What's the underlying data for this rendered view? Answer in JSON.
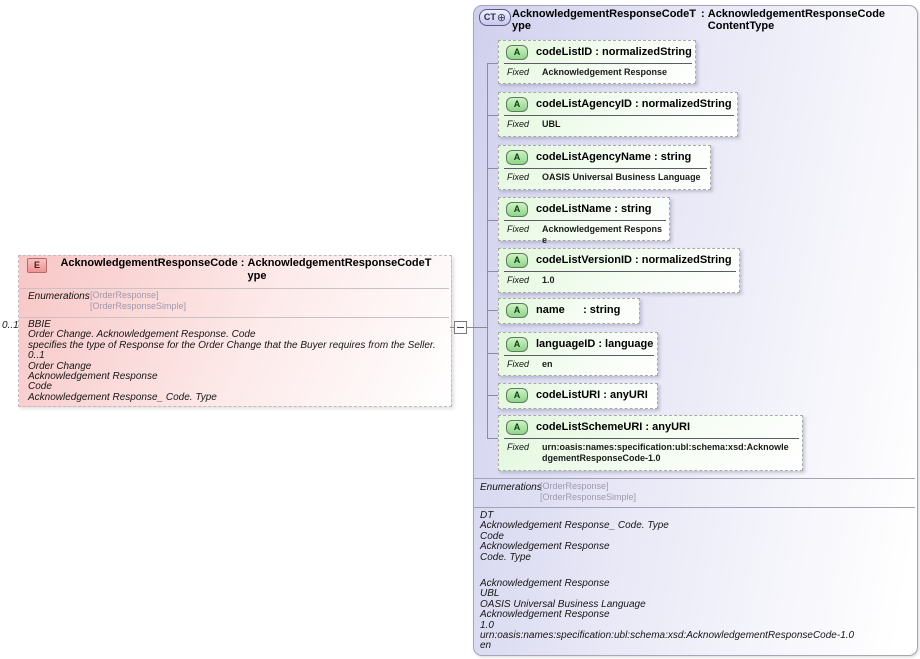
{
  "element_box": {
    "icon": "E",
    "name": "AcknowledgementResponseCode",
    "type": "AcknowledgementResponseCodeType",
    "colon": " : ",
    "cardinality": "0..1",
    "enumerations_label": "Enumerations",
    "enumerations": [
      "[OrderResponse]",
      "[OrderResponseSimple]"
    ],
    "annotation_lines": [
      "BBIE",
      "Order Change. Acknowledgement Response. Code",
      "specifies the type of Response for the Order Change that the Buyer requires from the Seller.",
      "0..1",
      "Order Change",
      "Acknowledgement Response",
      "Code",
      "Acknowledgement Response_ Code. Type"
    ]
  },
  "type_panel": {
    "icon": "CT",
    "plus_icon": "⊕",
    "name": "AcknowledgementResponseCodeType",
    "type": "AcknowledgementResponseCodeContentType",
    "colon": " : ",
    "attributes": [
      {
        "icon": "A",
        "label": "codeListID : normalizedString",
        "fixed_label": "Fixed",
        "fixed_value": "Acknowledgement Response"
      },
      {
        "icon": "A",
        "label": "codeListAgencyID : normalizedString",
        "fixed_label": "Fixed",
        "fixed_value": "UBL"
      },
      {
        "icon": "A",
        "label": "codeListAgencyName : string",
        "fixed_label": "Fixed",
        "fixed_value": "OASIS Universal Business Language"
      },
      {
        "icon": "A",
        "label": "codeListName : string",
        "fixed_label": "Fixed",
        "fixed_value": "Acknowledgement Response"
      },
      {
        "icon": "A",
        "label": "codeListVersionID : normalizedString",
        "fixed_label": "Fixed",
        "fixed_value": "1.0"
      },
      {
        "icon": "A",
        "label": "name      : string"
      },
      {
        "icon": "A",
        "label": "languageID : language",
        "fixed_label": "Fixed",
        "fixed_value": "en"
      },
      {
        "icon": "A",
        "label": "codeListURI : anyURI"
      },
      {
        "icon": "A",
        "label": "codeListSchemeURI : anyURI",
        "fixed_label": "Fixed",
        "fixed_value": "urn:oasis:names:specification:ubl:schema:xsd:AcknowledgementResponseCode-1.0"
      }
    ],
    "enumerations_label": "Enumerations",
    "enumerations": [
      "[OrderResponse]",
      "[OrderResponseSimple]"
    ],
    "annotation_lines_top": [
      "DT",
      "Acknowledgement Response_ Code. Type",
      "Code",
      "Acknowledgement Response",
      "Code. Type"
    ],
    "annotation_lines_bottom": [
      "Acknowledgement Response",
      "UBL",
      "OASIS Universal Business Language",
      "Acknowledgement Response",
      "1.0",
      "urn:oasis:names:specification:ubl:schema:xsd:AcknowledgementResponseCode-1.0",
      "en"
    ]
  },
  "colors": {
    "panel_lavender": "#d0d0ee",
    "attribute_green": "#8fd689",
    "element_pink": "#f8c6c6",
    "enum_value_text": "#a198ad"
  }
}
